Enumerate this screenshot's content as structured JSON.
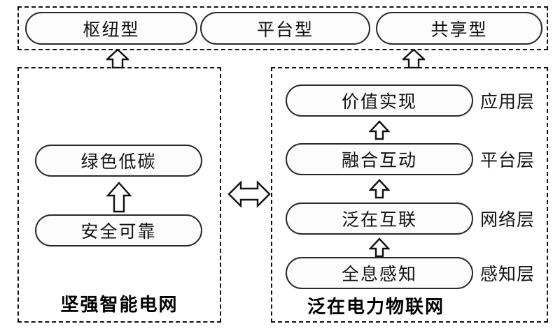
{
  "diagram": {
    "title_text_present": false,
    "top_group": {
      "name": "top-characteristics-group",
      "nodes": [
        {
          "id": "hub",
          "label": "枢纽型"
        },
        {
          "id": "platform",
          "label": "平台型"
        },
        {
          "id": "sharing",
          "label": "共享型"
        }
      ]
    },
    "left_panel": {
      "caption": "坚强智能电网",
      "nodes": [
        {
          "id": "green-low-carbon",
          "label": "绿色低碳"
        },
        {
          "id": "safe-reliable",
          "label": "安全可靠"
        }
      ]
    },
    "right_panel": {
      "caption": "泛在电力物联网",
      "nodes": [
        {
          "id": "value-realization",
          "label": "价值实现",
          "layer": "应用层"
        },
        {
          "id": "fusion-interaction",
          "label": "融合互动",
          "layer": "平台层"
        },
        {
          "id": "ubiquitous-interconnect",
          "label": "泛在互联",
          "layer": "网络层"
        },
        {
          "id": "holographic-sensing",
          "label": "全息感知",
          "layer": "感知层"
        }
      ]
    },
    "connectors": [
      {
        "id": "left-panel-to-top",
        "type": "arrow-up"
      },
      {
        "id": "right-panel-to-top",
        "type": "arrow-up"
      },
      {
        "id": "safe-to-green",
        "type": "arrow-up"
      },
      {
        "id": "sensing-to-network",
        "type": "arrow-up"
      },
      {
        "id": "network-to-platform",
        "type": "arrow-up"
      },
      {
        "id": "platform-to-application",
        "type": "arrow-up"
      },
      {
        "id": "left-panel-right-panel",
        "type": "arrow-double-horizontal"
      }
    ],
    "colors": {
      "stroke": "#111111",
      "node_stroke": "#2a2a2a",
      "node_fill": "#fcfcfc",
      "background": "#ffffff"
    }
  }
}
